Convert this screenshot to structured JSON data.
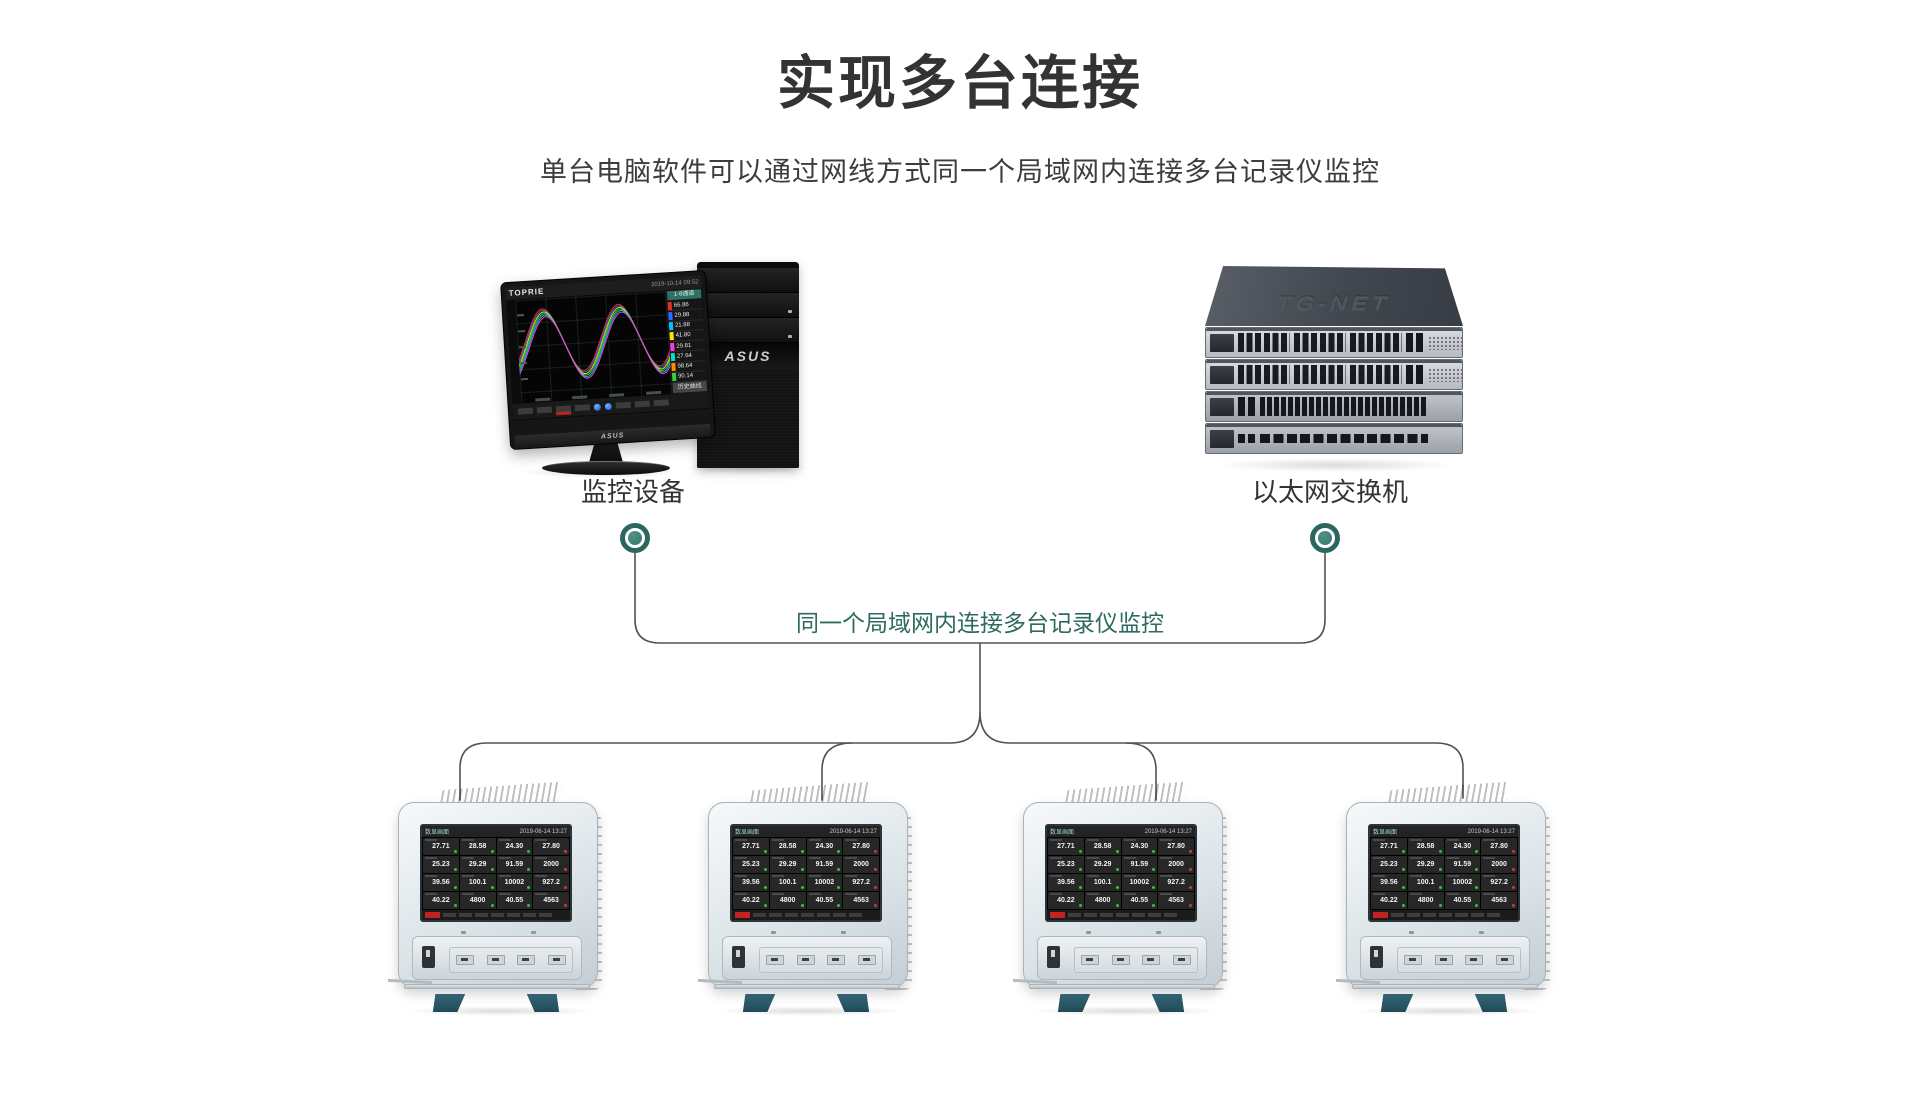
{
  "header": {
    "title": "实现多台连接",
    "subtitle": "单台电脑软件可以通过网线方式同一个局域网内连接多台记录仪监控"
  },
  "lan": {
    "text": "同一个局域网内连接多台记录仪监控"
  },
  "colors": {
    "accent_teal": "#2d6a60",
    "node_fill": "#3a7d72",
    "wire": "#56514c"
  },
  "computer": {
    "label": "监控设备",
    "monitor_brand": "TOPRIE",
    "monitor_time": "2019-10-14 09:52",
    "chin_brand": "ASUS",
    "tower_brand": "ASUS",
    "legend_button": "1-8通道",
    "history_button": "历史曲线",
    "legend": [
      {
        "color": "#e8302a",
        "value": "66.86"
      },
      {
        "color": "#2f6bff",
        "value": "29.88"
      },
      {
        "color": "#00c2ff",
        "value": "21.88"
      },
      {
        "color": "#ffe400",
        "value": "41.80"
      },
      {
        "color": "#ff3bd4",
        "value": "29.81"
      },
      {
        "color": "#00e0c0",
        "value": "27.64"
      },
      {
        "color": "#ff8c00",
        "value": "98.64"
      },
      {
        "color": "#35d435",
        "value": "90.14"
      }
    ],
    "wave_colors": [
      "#e8302a",
      "#2f6bff",
      "#ffe400",
      "#35d435",
      "#00c2ff",
      "#ff3bd4"
    ]
  },
  "switch": {
    "label": "以太网交换机",
    "logo": "TG-NET"
  },
  "recorder": {
    "screen_title": "数显画面",
    "time": "2019-06-14 13:27",
    "cells": [
      "27.71",
      "28.58",
      "24.30",
      "27.80",
      "25.23",
      "29.29",
      "91.59",
      "2000",
      "39.56",
      "100.1",
      "10002",
      "927.2",
      "40.22",
      "4800",
      "40.55",
      "4563"
    ],
    "menu_slots": 8
  },
  "recorders": [
    {
      "name": "recorder-1"
    },
    {
      "name": "recorder-2"
    },
    {
      "name": "recorder-3"
    },
    {
      "name": "recorder-4"
    }
  ],
  "recorder_positions": [
    394,
    704,
    1019,
    1342
  ]
}
